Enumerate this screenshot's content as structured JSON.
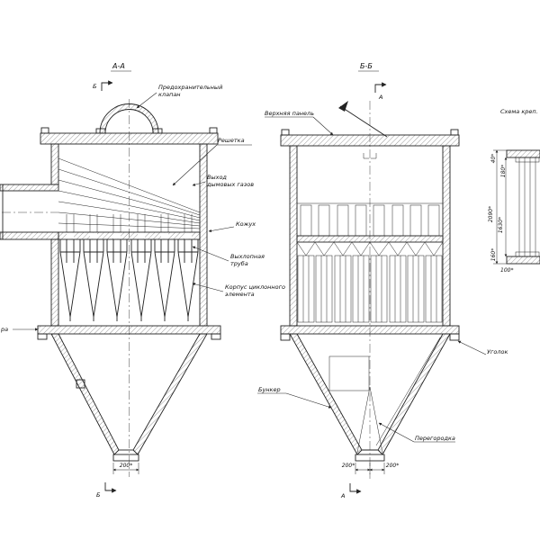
{
  "titles": {
    "section_a": "А-А",
    "section_b": "Б-Б",
    "scheme": "Схема креп."
  },
  "markers": {
    "a": "А",
    "b": "Б"
  },
  "labels_a": {
    "safety_valve": [
      "Предохранительный",
      "клапан"
    ],
    "grate": "Решетка",
    "gas_outlet": [
      "Выход",
      "дымовых газов"
    ],
    "casing": "Кожух",
    "exhaust_pipe": [
      "Выхлопная",
      "труба"
    ],
    "cyclone_body": [
      "Корпус циклонного",
      "элемента"
    ],
    "left_cut": "ра"
  },
  "labels_b": {
    "top_panel": "Верхняя панель",
    "bunker": "Бункер",
    "angle": "Уголок",
    "partition": "Перегородка"
  },
  "dims": {
    "d200": "200*",
    "d40": "40*",
    "d180": "180*",
    "d2090": "2090*",
    "d1630": "1630*",
    "d160": "160*",
    "d100": "100*"
  },
  "colors": {
    "line": "#222222",
    "hatch": "#555555",
    "background": "#ffffff"
  }
}
